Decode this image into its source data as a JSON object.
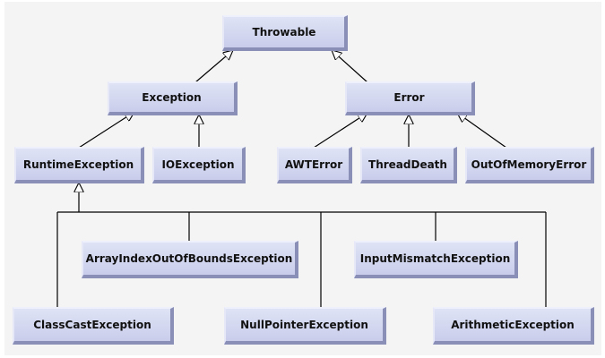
{
  "diagram": {
    "colors": {
      "background": "#f4f4f4",
      "box_fill": "#cfd3ee",
      "box_shadow": "#8a8fb7",
      "line": "#000000",
      "text": "#111111"
    },
    "nodes": {
      "throwable": "Throwable",
      "exception": "Exception",
      "error": "Error",
      "runtime_exception": "RuntimeException",
      "io_exception": "IOException",
      "awt_error": "AWTError",
      "thread_death": "ThreadDeath",
      "out_of_memory_error": "OutOfMemoryError",
      "array_index_out_of_bounds_exception": "ArrayIndexOutOfBoundsException",
      "input_mismatch_exception": "InputMismatchException",
      "class_cast_exception": "ClassCastException",
      "null_pointer_exception": "NullPointerException",
      "arithmetic_exception": "ArithmeticException"
    },
    "edges": [
      {
        "from": "exception",
        "to": "throwable"
      },
      {
        "from": "error",
        "to": "throwable"
      },
      {
        "from": "runtime_exception",
        "to": "exception"
      },
      {
        "from": "io_exception",
        "to": "exception"
      },
      {
        "from": "awt_error",
        "to": "error"
      },
      {
        "from": "thread_death",
        "to": "error"
      },
      {
        "from": "out_of_memory_error",
        "to": "error"
      },
      {
        "from": "class_cast_exception",
        "to": "runtime_exception"
      },
      {
        "from": "array_index_out_of_bounds_exception",
        "to": "runtime_exception"
      },
      {
        "from": "null_pointer_exception",
        "to": "runtime_exception"
      },
      {
        "from": "input_mismatch_exception",
        "to": "runtime_exception"
      },
      {
        "from": "arithmetic_exception",
        "to": "runtime_exception"
      }
    ]
  }
}
